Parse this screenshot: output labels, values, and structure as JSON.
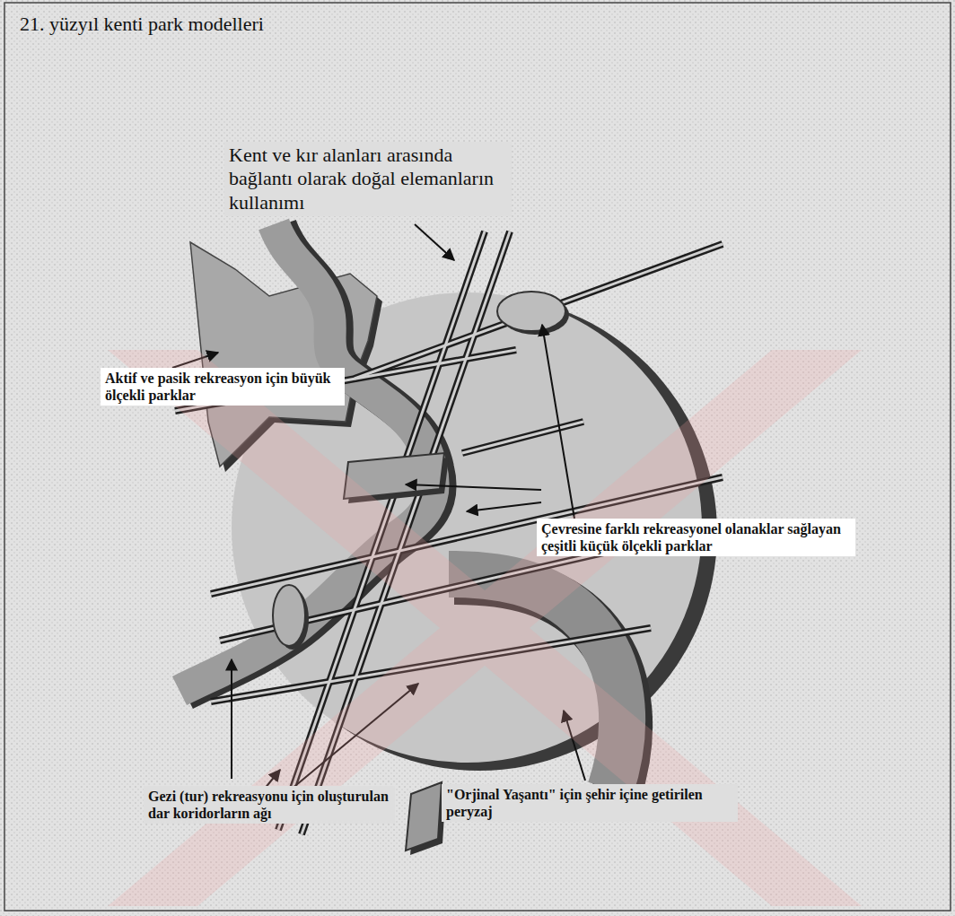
{
  "diagram": {
    "title": "21. yüzyıl kenti park modelleri",
    "labels": [
      "Kent ve kır alanları arasında bağlantı olarak doğal elemanların kullanımı",
      "Aktif ve pasik rekreasyon için büyük ölçekli parklar",
      "Çevresine farklı rekreasyonel olanaklar sağlayan çeşitli küçük ölçekli parklar",
      "Gezi (tur) rekreasyonu için oluşturulan dar koridorların ağı",
      "\"Orjinal Yaşantı\" için şehir içine getirilen peryzaj"
    ]
  }
}
